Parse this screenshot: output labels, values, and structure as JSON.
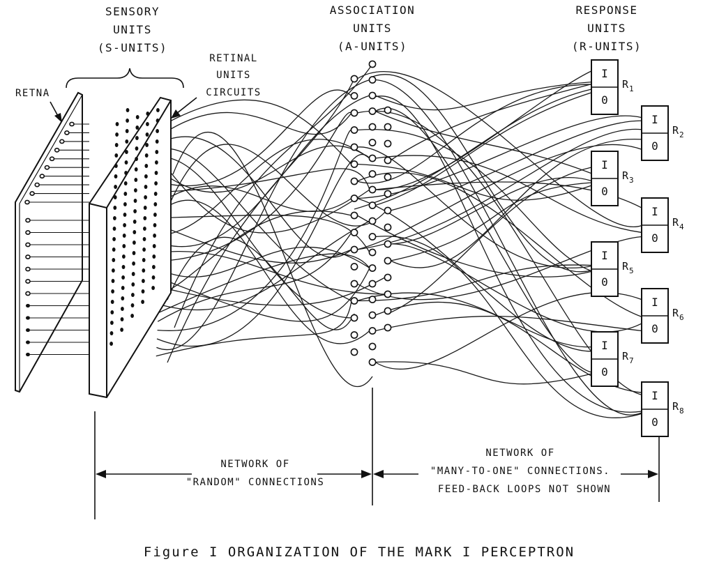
{
  "labels": {
    "sensory": [
      "SENSORY",
      "UNITS",
      "(S-UNITS)"
    ],
    "association": [
      "ASSOCIATION",
      "UNITS",
      "(A-UNITS)"
    ],
    "response": [
      "RESPONSE",
      "UNITS",
      "(R-UNITS)"
    ],
    "retna": "RETNA",
    "retinal_circuits": [
      "RETINAL",
      "UNITS",
      "CIRCUITS"
    ],
    "net_random": [
      "NETWORK OF",
      "\"RANDOM\" CONNECTIONS"
    ],
    "net_many": [
      "NETWORK OF",
      "\"MANY-TO-ONE\" CONNECTIONS.",
      "FEED-BACK LOOPS NOT SHOWN"
    ]
  },
  "caption": "Figure I  ORGANIZATION OF THE MARK I PERCEPTRON",
  "response_units": [
    {
      "label": "R",
      "sub": "1",
      "top": "I",
      "bottom": "0"
    },
    {
      "label": "R",
      "sub": "2",
      "top": "I",
      "bottom": "0"
    },
    {
      "label": "R",
      "sub": "3",
      "top": "I",
      "bottom": "0"
    },
    {
      "label": "R",
      "sub": "4",
      "top": "I",
      "bottom": "0"
    },
    {
      "label": "R",
      "sub": "5",
      "top": "I",
      "bottom": "0"
    },
    {
      "label": "R",
      "sub": "6",
      "top": "I",
      "bottom": "0"
    },
    {
      "label": "R",
      "sub": "7",
      "top": "I",
      "bottom": "0"
    },
    {
      "label": "R",
      "sub": "8",
      "top": "I",
      "bottom": "0"
    }
  ]
}
